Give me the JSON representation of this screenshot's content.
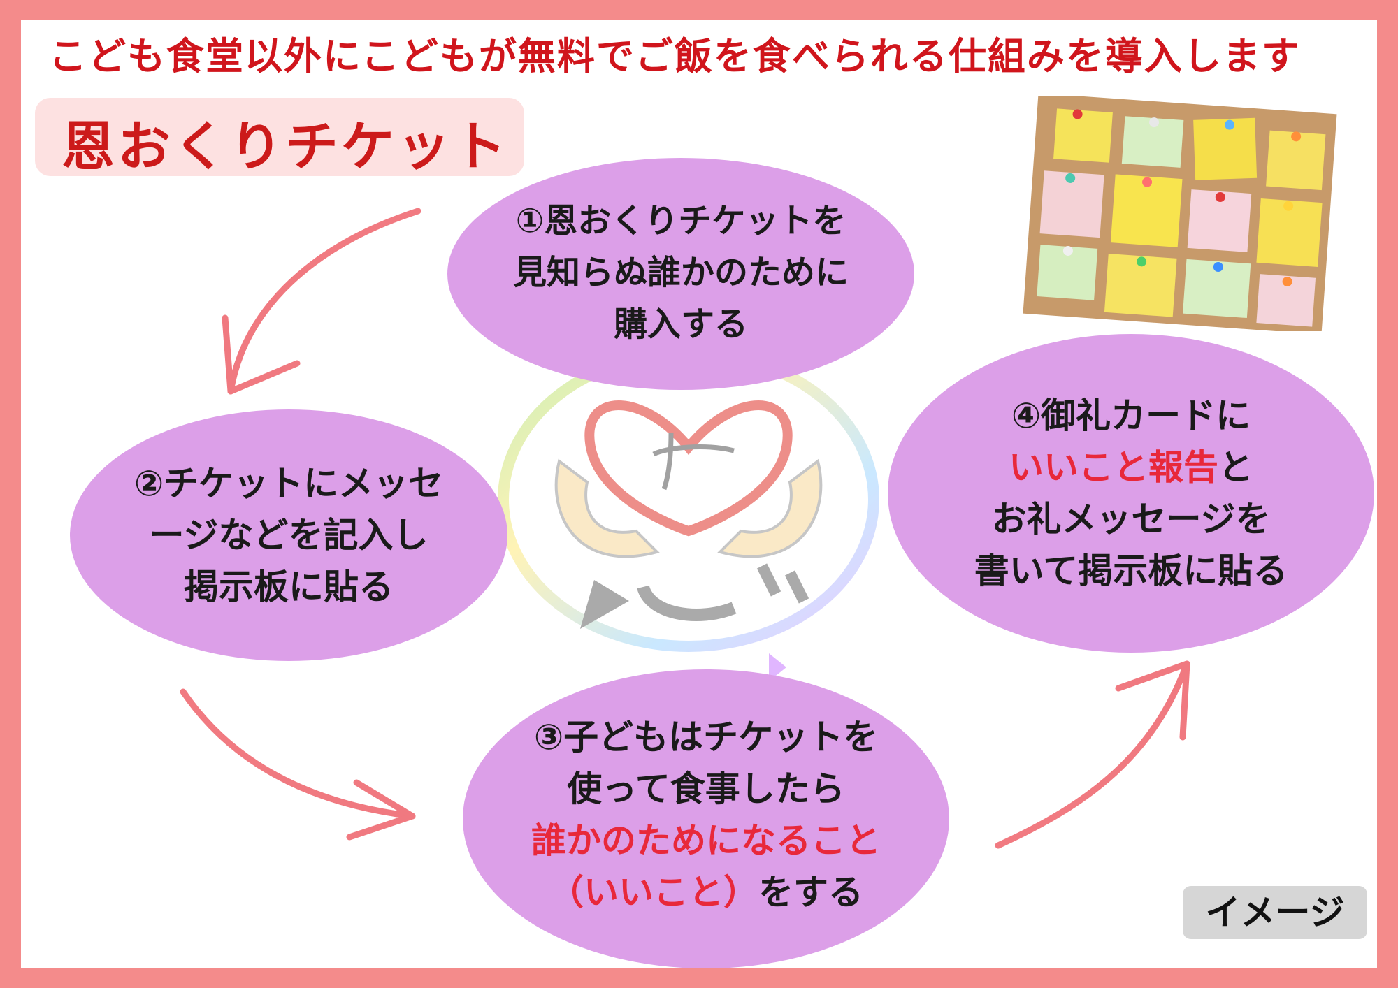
{
  "headline": "こども食堂以外にこどもが無料でご飯を食べられる仕組みを導入します",
  "title": "恩おくりチケット",
  "steps": {
    "step1": {
      "lines": [
        "①恩おくりチケットを",
        "見知らぬ誰かのために",
        "購入する"
      ]
    },
    "step2": {
      "lines": [
        "②チケットにメッセ",
        "ージなどを記入し",
        "掲示板に貼る"
      ]
    },
    "step3": {
      "line1": "③子どもはチケットを",
      "line2": "使って食事したら",
      "line3_highlight": "誰かのためになること",
      "line4_highlight": "（いいこと）",
      "line4_rest": "をする"
    },
    "step4": {
      "line1": "④御礼カードに",
      "line2_highlight": "いいこと報告",
      "line2_rest": "と",
      "line3": "お礼メッセージを",
      "line4": "書いて掲示板に貼る"
    }
  },
  "badge": "イメージ",
  "icons": {
    "center_logo": "heart-hands-on-kanji-icon",
    "board": "bulletin-board-sticky-notes-icon",
    "arrows": "cycle-arrow-icon"
  },
  "colors": {
    "frame": "#f48b8b",
    "headline": "#d0151c",
    "ellipse": "#dc9fe8",
    "highlight": "#e8283a",
    "arrow": "#ef6b73"
  }
}
